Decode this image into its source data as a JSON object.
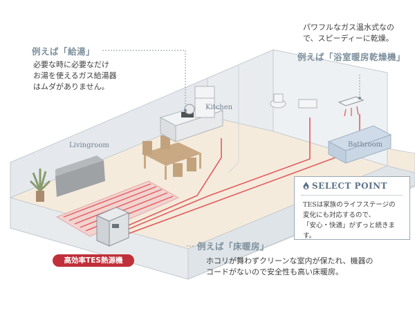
{
  "callouts": {
    "hot_water": {
      "label": "例えば「給湯」",
      "text": "必要な時に必要なだけ\nお湯を使えるガス給湯器\nはムダがありません。"
    },
    "bathroom_dryer": {
      "label": "例えば「浴室暖房乾燥機」",
      "text": "パワフルなガス温水式なの\nで、スピーディーに乾燥。"
    },
    "floor_heating": {
      "label": "例えば「床暖房」",
      "text": "ホコリが舞わずクリーンな室内が保たれ、機器の\nコードがないので安全性も高い床暖房。"
    }
  },
  "rooms": {
    "living": "Livingroom",
    "kitchen": "Kitchen",
    "bathroom": "Bathroom"
  },
  "select_point": {
    "icon": "flame-icon",
    "title": "SELECT POINT",
    "text": "TESは家族のライフステージの\n変化にも対応するので、\n「安心・快適」がずっと続きます。"
  },
  "badge": {
    "label": "高効率TES熱源機"
  },
  "colors": {
    "accent_red": "#c0303a",
    "pipe_red": "#e15a5a",
    "wall": "#d7dde2",
    "floor": "#f4e8d8",
    "label_gray": "#7d8f9c"
  }
}
